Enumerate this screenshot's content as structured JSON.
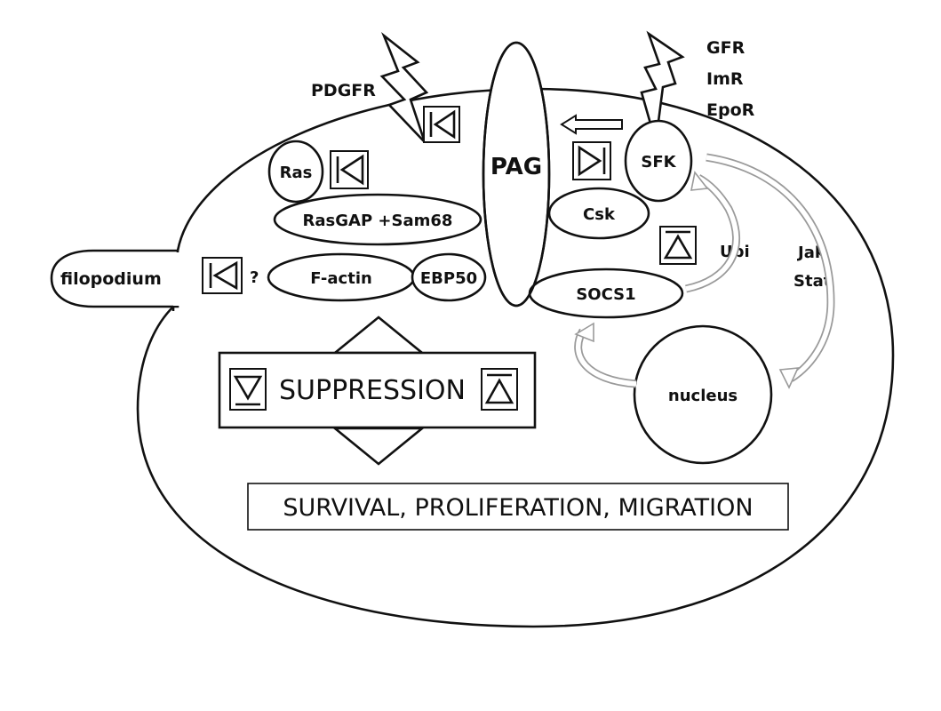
{
  "labels": {
    "pdgfr": "PDGFR",
    "gfr": "GFR",
    "imr": "ImR",
    "epor": "EpoR",
    "pag": "PAG",
    "sfk": "SFK",
    "ras": "Ras",
    "rasgap": "RasGAP +Sam68",
    "csk": "Csk",
    "filopodium": "filopodium",
    "question": "?",
    "factin": "F-actin",
    "ebp50": "EBP50",
    "socs1": "SOCS1",
    "ubi": "Ubi",
    "jak": "Jak",
    "stat": "Stat",
    "nucleus": "nucleus",
    "suppression": "SUPPRESSION",
    "outcome": "SURVIVAL, PROLIFERATION, MIGRATION"
  },
  "icons": [
    "lightning-bolt-icon",
    "inhibition-symbol-icon",
    "activation-symbol-icon",
    "triangle-up-icon",
    "triangle-down-icon",
    "arrow-left-icon",
    "double-headed-arrow-icon",
    "curved-arrow-icon"
  ]
}
